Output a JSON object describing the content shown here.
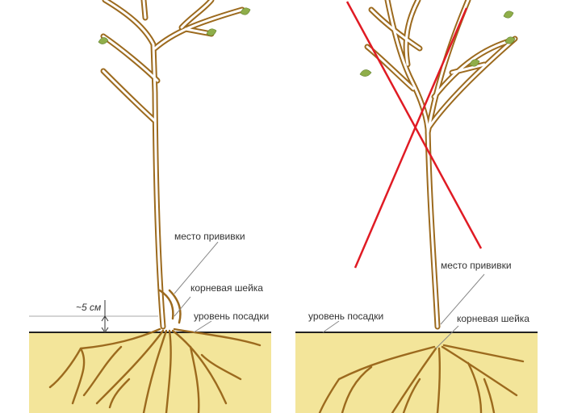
{
  "colors": {
    "soil": "#f3e59a",
    "ground_line": "#222222",
    "bark": "#9c6a1e",
    "leaf": "#8fae4a",
    "leaf_dark": "#5f7f2a",
    "cross": "#e01b24"
  },
  "left_tree": {
    "label_graft": "место прививки",
    "label_root_collar": "корневая шейка",
    "label_planting_level": "уровень посадки",
    "label_height": "~5 см"
  },
  "right_tree": {
    "label_planting_level": "уровень посадки",
    "label_graft": "место прививки",
    "label_root_collar": "корневая шейка"
  }
}
